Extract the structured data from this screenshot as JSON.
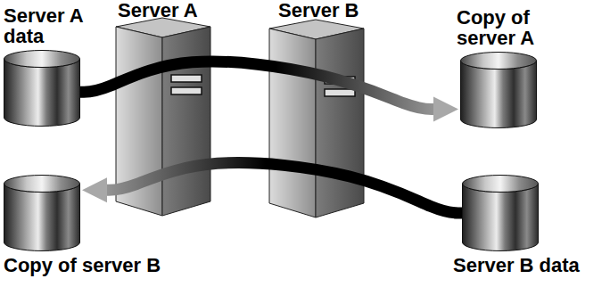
{
  "diagram": {
    "nodes": [
      {
        "text": [
          "Server A"
        ]
      },
      {
        "text": [
          "Server B"
        ]
      },
      {
        "text": [
          "Server A data"
        ]
      },
      {
        "text": [
          "Copy of server A"
        ]
      },
      {
        "text": [
          "Copy of server B"
        ]
      },
      {
        "text": [
          "Server B data"
        ]
      }
    ],
    "edges": [
      {
        "from": 2,
        "to": 3,
        "arrow": "to"
      },
      {
        "from": 5,
        "to": 4,
        "arrow": "to"
      }
    ]
  }
}
